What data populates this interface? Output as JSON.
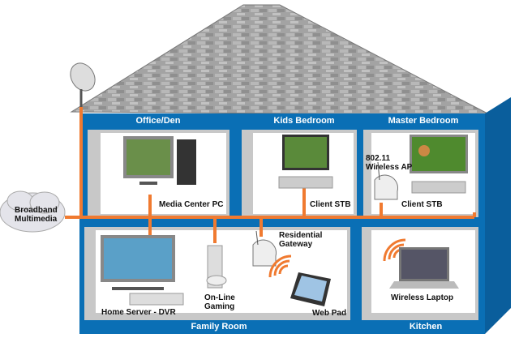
{
  "rooms": {
    "office": "Office/Den",
    "kids": "Kids Bedroom",
    "master": "Master Bedroom",
    "family": "Family Room",
    "kitchen": "Kitchen"
  },
  "devices": {
    "broadband": [
      "Broadband",
      "Multimedia"
    ],
    "media_pc": "Media Center PC",
    "kids_stb": "Client STB",
    "master_stb": "Client STB",
    "wireless_ap": [
      "802.11",
      "Wireless AP"
    ],
    "gateway": [
      "Residential",
      "Gateway"
    ],
    "home_server": "Home Server - DVR",
    "gaming": [
      "On-Line",
      "Gaming"
    ],
    "web_pad": "Web Pad",
    "laptop": "Wireless Laptop"
  },
  "colors": {
    "house": "#0a6fb5",
    "cable": "#f07a30",
    "roof": "#9a9a9a"
  }
}
